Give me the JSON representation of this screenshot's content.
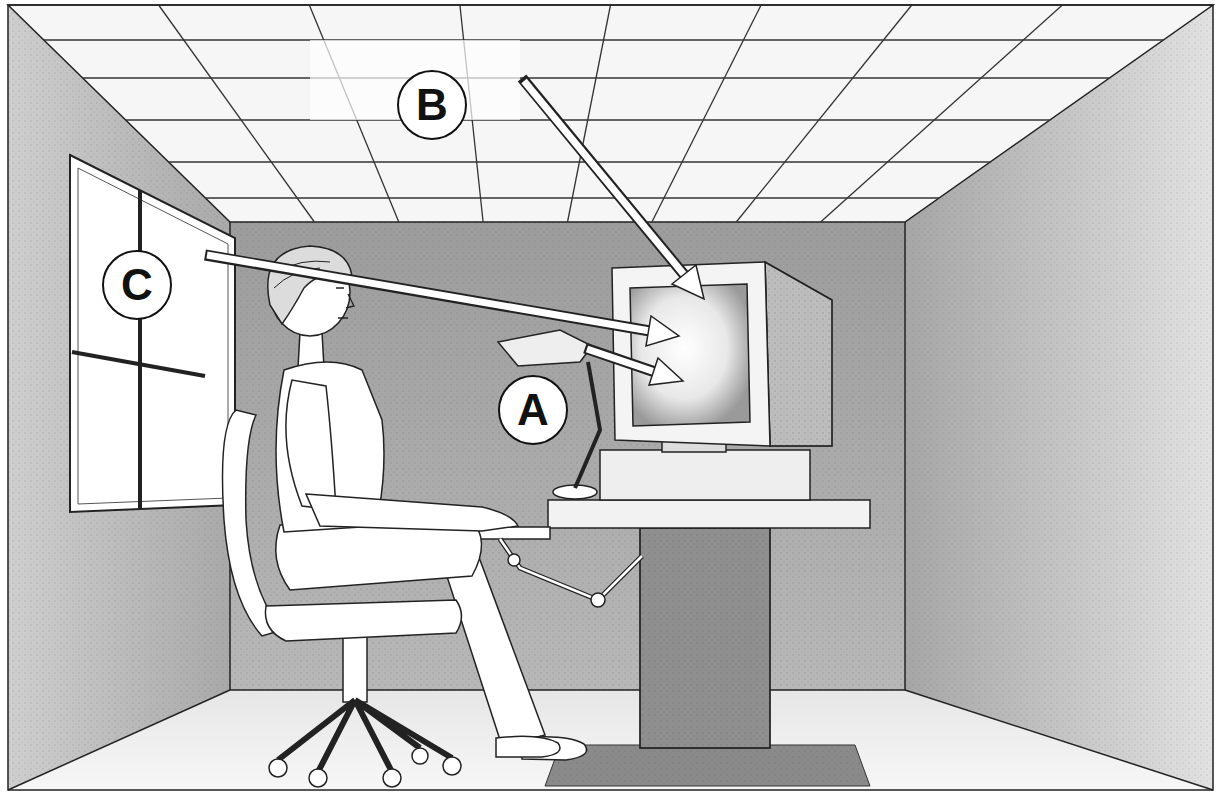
{
  "diagram": {
    "nodes": [
      {
        "text": [
          "B"
        ]
      },
      {
        "text": [
          "C"
        ]
      },
      {
        "text": [
          "A"
        ]
      }
    ]
  }
}
